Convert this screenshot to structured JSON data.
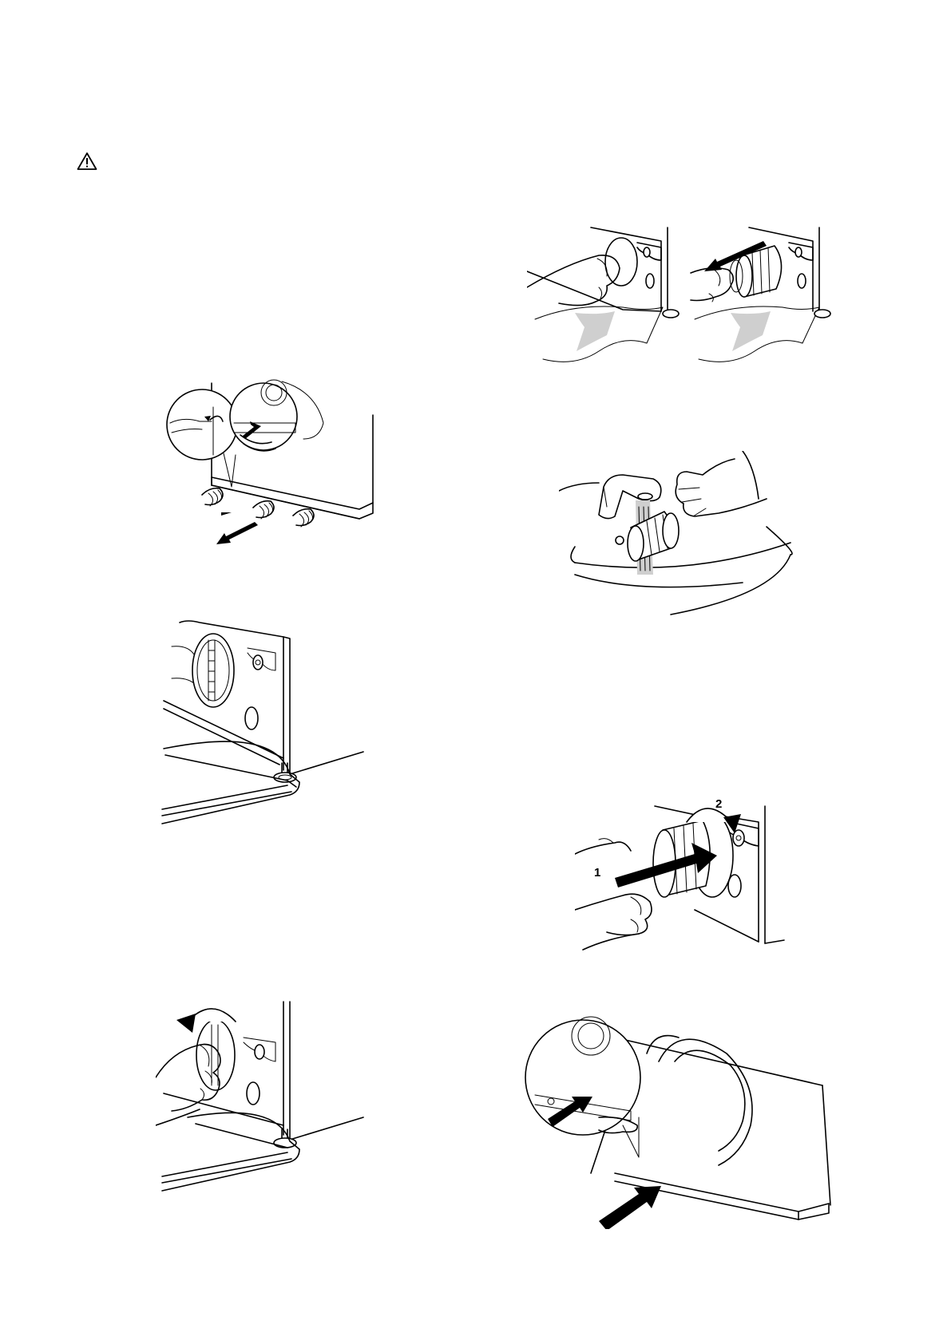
{
  "warning": {
    "icon": "warning-triangle-icon"
  },
  "figures": [
    {
      "id": "open-service-panel",
      "icon": "hands-pull-panel-icon"
    },
    {
      "id": "place-tray",
      "icon": "tray-under-filter-icon"
    },
    {
      "id": "turn-filter",
      "icon": "rotate-filter-icon"
    },
    {
      "id": "remove-filter",
      "icon": "pull-out-filter-icon"
    },
    {
      "id": "rinse-filter",
      "icon": "tap-rinse-icon"
    },
    {
      "id": "reinsert-filter",
      "icon": "insert-and-turn-icon",
      "step_labels": [
        "1",
        "2"
      ]
    },
    {
      "id": "close-service-panel",
      "icon": "push-panel-icon"
    }
  ],
  "colors": {
    "line": "#000000",
    "shade": "#cfcfcf",
    "paper": "#ffffff"
  }
}
